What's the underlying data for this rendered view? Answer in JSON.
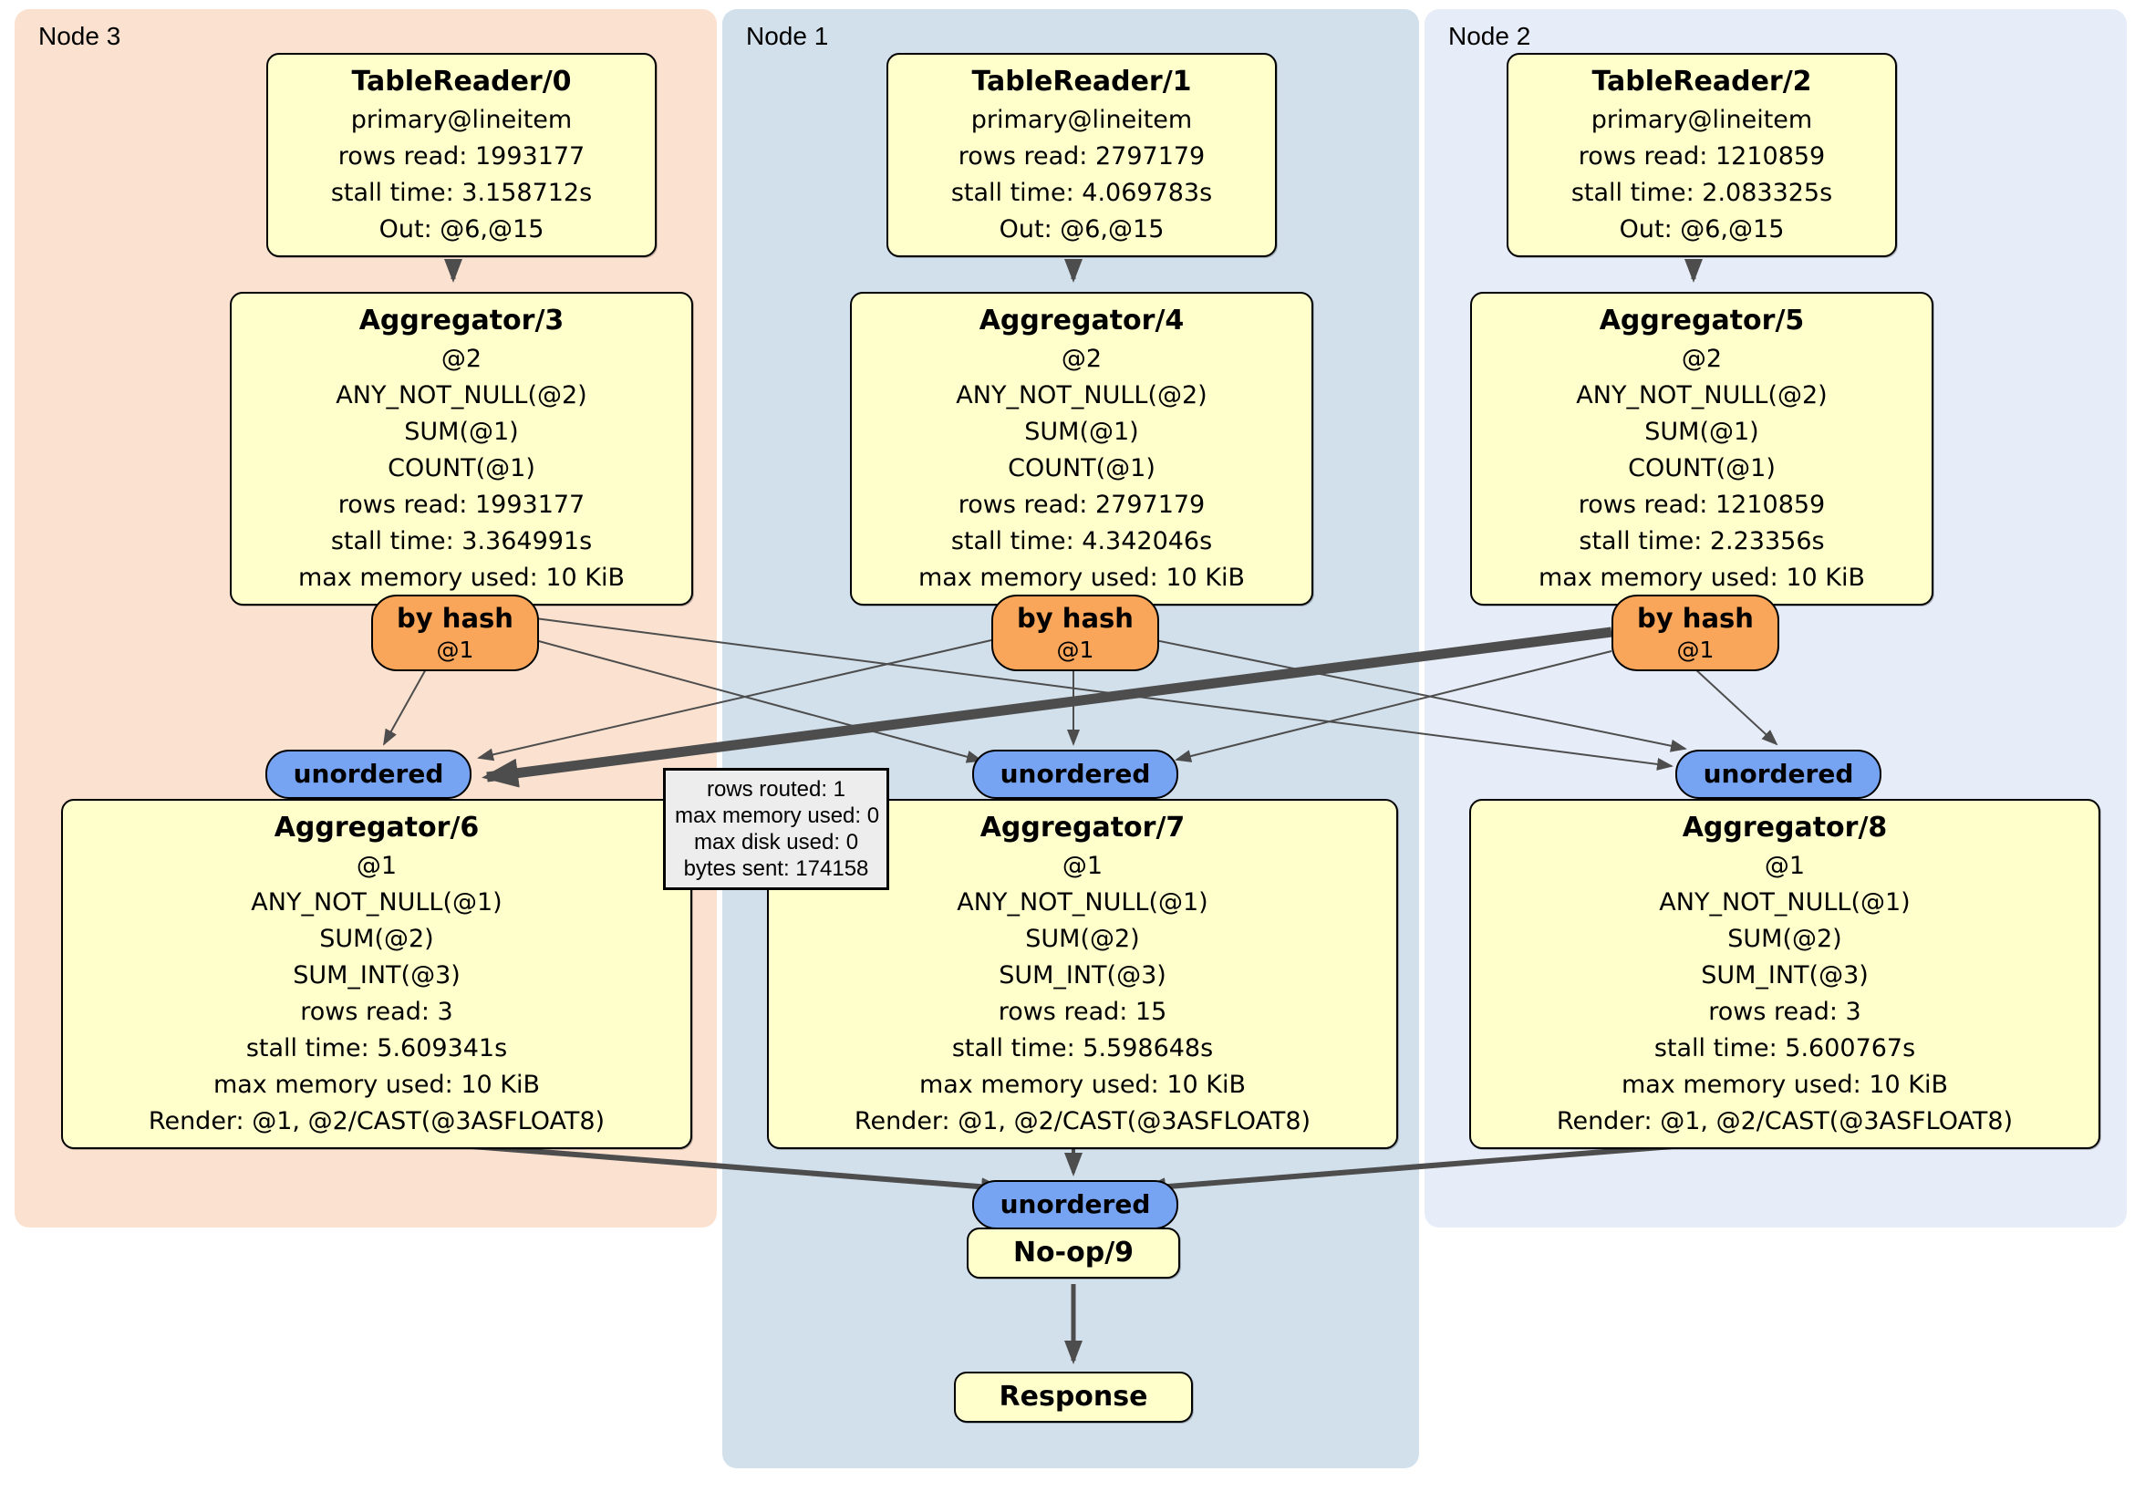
{
  "regions": {
    "node3": {
      "label": "Node 3"
    },
    "node1": {
      "label": "Node 1"
    },
    "node2": {
      "label": "Node 2"
    }
  },
  "processors": {
    "tr0": {
      "title": "TableReader/0",
      "lines": [
        "primary@lineitem",
        "rows read: 1993177",
        "stall time: 3.158712s",
        "Out: @6,@15"
      ]
    },
    "tr1": {
      "title": "TableReader/1",
      "lines": [
        "primary@lineitem",
        "rows read: 2797179",
        "stall time: 4.069783s",
        "Out: @6,@15"
      ]
    },
    "tr2": {
      "title": "TableReader/2",
      "lines": [
        "primary@lineitem",
        "rows read: 1210859",
        "stall time: 2.083325s",
        "Out: @6,@15"
      ]
    },
    "agg3": {
      "title": "Aggregator/3",
      "lines": [
        "@2",
        "ANY_NOT_NULL(@2)",
        "SUM(@1)",
        "COUNT(@1)",
        "rows read: 1993177",
        "stall time: 3.364991s",
        "max memory used: 10 KiB"
      ]
    },
    "agg4": {
      "title": "Aggregator/4",
      "lines": [
        "@2",
        "ANY_NOT_NULL(@2)",
        "SUM(@1)",
        "COUNT(@1)",
        "rows read: 2797179",
        "stall time: 4.342046s",
        "max memory used: 10 KiB"
      ]
    },
    "agg5": {
      "title": "Aggregator/5",
      "lines": [
        "@2",
        "ANY_NOT_NULL(@2)",
        "SUM(@1)",
        "COUNT(@1)",
        "rows read: 1210859",
        "stall time: 2.23356s",
        "max memory used: 10 KiB"
      ]
    },
    "agg6": {
      "title": "Aggregator/6",
      "lines": [
        "@1",
        "ANY_NOT_NULL(@1)",
        "SUM(@2)",
        "SUM_INT(@3)",
        "rows read: 3",
        "stall time: 5.609341s",
        "max memory used: 10 KiB",
        "Render: @1, @2/CAST(@3ASFLOAT8)"
      ]
    },
    "agg7": {
      "title": "Aggregator/7",
      "lines": [
        "@1",
        "ANY_NOT_NULL(@1)",
        "SUM(@2)",
        "SUM_INT(@3)",
        "rows read: 15",
        "stall time: 5.598648s",
        "max memory used: 10 KiB",
        "Render: @1, @2/CAST(@3ASFLOAT8)"
      ]
    },
    "agg8": {
      "title": "Aggregator/8",
      "lines": [
        "@1",
        "ANY_NOT_NULL(@1)",
        "SUM(@2)",
        "SUM_INT(@3)",
        "rows read: 3",
        "stall time: 5.600767s",
        "max memory used: 10 KiB",
        "Render: @1, @2/CAST(@3ASFLOAT8)"
      ]
    },
    "noop": {
      "title": "No-op/9"
    },
    "response": {
      "title": "Response"
    }
  },
  "router": {
    "label": "by hash",
    "detail": "@1"
  },
  "sync": {
    "unordered_label": "unordered"
  },
  "edge_tooltip": {
    "lines": [
      "rows routed: 1",
      "max memory used: 0",
      "max disk used: 0",
      "bytes sent: 174158"
    ]
  },
  "colors": {
    "region_node3": "#fbe2d0",
    "region_node1": "#d2e0ec",
    "region_node2": "#e7edf8",
    "processor_fill": "#ffffcc",
    "router_fill": "#f9a65a",
    "sync_fill": "#76a3f2",
    "tooltip_fill": "#ededed",
    "edge": "#4d4d4d",
    "border": "#000000"
  }
}
